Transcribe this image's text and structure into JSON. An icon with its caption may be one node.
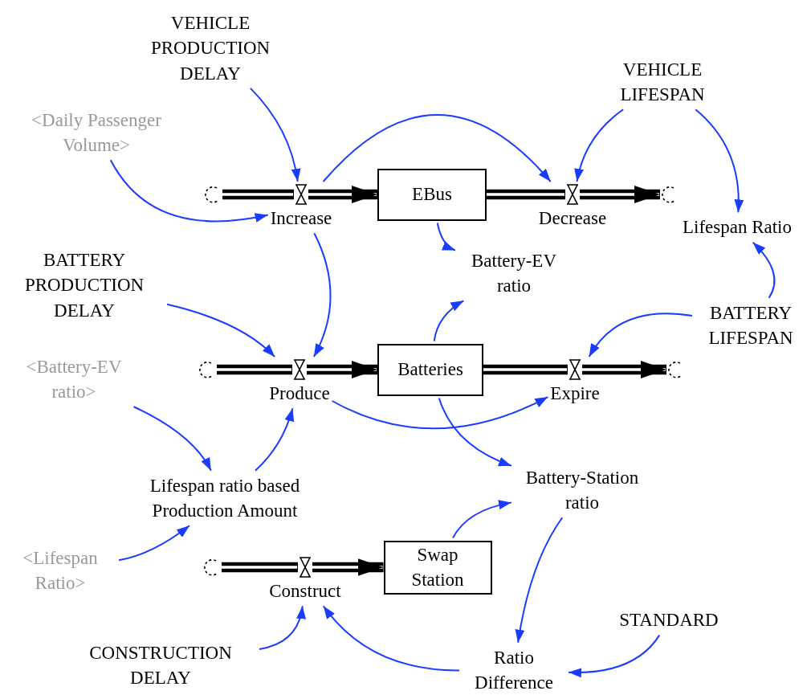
{
  "diagram": {
    "nodes": [
      {
        "text": [
          "VEHICLE PRODUCTION DELAY"
        ]
      },
      {
        "text": [
          "<Daily Passenger Volume>"
        ]
      },
      {
        "text": [],
        "shape": "cloud"
      },
      {
        "text": [],
        "shape": "valve",
        "beside": [
          "Increase"
        ]
      },
      {
        "text": [
          "EBus"
        ]
      },
      {
        "text": [],
        "shape": "valve",
        "beside": [
          "Decrease"
        ]
      },
      {
        "text": [],
        "shape": "cloud"
      },
      {
        "text": [
          "VEHICLE LIFESPAN"
        ]
      },
      {
        "text": [
          "Lifespan Ratio"
        ]
      },
      {
        "text": [
          "Battery-EV ratio"
        ]
      },
      {
        "text": [
          "BATTERY PRODUCTION DELAY"
        ]
      },
      {
        "text": [
          "BATTERY LIFESPAN"
        ]
      },
      {
        "text": [],
        "shape": "cloud"
      },
      {
        "text": [],
        "shape": "valve",
        "beside": [
          "Produce"
        ]
      },
      {
        "text": [
          "Batteries"
        ]
      },
      {
        "text": [],
        "shape": "valve",
        "beside": [
          "Expire"
        ]
      },
      {
        "text": [],
        "shape": "cloud"
      },
      {
        "text": [
          "<Battery-EV ratio>"
        ]
      },
      {
        "text": [
          "Lifespan ratio based Production Amount"
        ]
      },
      {
        "text": [
          "Battery-Station ratio"
        ]
      },
      {
        "text": [
          "<Lifespan Ratio>"
        ]
      },
      {
        "text": [],
        "shape": "cloud"
      },
      {
        "text": [],
        "shape": "valve",
        "beside": [
          "Construct"
        ]
      },
      {
        "text": [
          "Swap Station"
        ]
      },
      {
        "text": [
          "STANDARD"
        ]
      },
      {
        "text": [
          "CONSTRUCTION DELAY"
        ]
      },
      {
        "text": [
          "Ratio Difference"
        ]
      }
    ],
    "edges": [
      {
        "from": 2,
        "to": 3,
        "arrow": "none",
        "style": "thick",
        "color": "#000000"
      },
      {
        "from": 3,
        "to": 4,
        "arrow": "to",
        "style": "thick",
        "color": "#000000"
      },
      {
        "from": 4,
        "to": 5,
        "arrow": "none",
        "style": "thick",
        "color": "#000000"
      },
      {
        "from": 5,
        "to": 6,
        "arrow": "to",
        "style": "thick",
        "color": "#000000"
      },
      {
        "from": 12,
        "to": 13,
        "arrow": "none",
        "style": "thick",
        "color": "#000000"
      },
      {
        "from": 13,
        "to": 14,
        "arrow": "to",
        "style": "thick",
        "color": "#000000"
      },
      {
        "from": 14,
        "to": 15,
        "arrow": "none",
        "style": "thick",
        "color": "#000000"
      },
      {
        "from": 15,
        "to": 16,
        "arrow": "to",
        "style": "thick",
        "color": "#000000"
      },
      {
        "from": 21,
        "to": 22,
        "arrow": "none",
        "style": "thick",
        "color": "#000000"
      },
      {
        "from": 22,
        "to": 23,
        "arrow": "to",
        "style": "thick",
        "color": "#000000"
      },
      {
        "from": 0,
        "to": 3,
        "arrow": "to"
      },
      {
        "from": 1,
        "to": 3,
        "arrow": "to"
      },
      {
        "from": 3,
        "to": 5,
        "arrow": "to"
      },
      {
        "from": 7,
        "to": 5,
        "arrow": "to"
      },
      {
        "from": 7,
        "to": 8,
        "arrow": "to"
      },
      {
        "from": 4,
        "to": 9,
        "arrow": "to"
      },
      {
        "from": 11,
        "to": 8,
        "arrow": "to"
      },
      {
        "from": 11,
        "to": 15,
        "arrow": "to"
      },
      {
        "from": 3,
        "to": 13,
        "arrow": "to"
      },
      {
        "from": 10,
        "to": 13,
        "arrow": "to"
      },
      {
        "from": 14,
        "to": 9,
        "arrow": "to"
      },
      {
        "from": 13,
        "to": 15,
        "arrow": "to"
      },
      {
        "from": 14,
        "to": 19,
        "arrow": "to"
      },
      {
        "from": 17,
        "to": 18,
        "arrow": "to"
      },
      {
        "from": 18,
        "to": 13,
        "arrow": "to"
      },
      {
        "from": 20,
        "to": 18,
        "arrow": "to"
      },
      {
        "from": 23,
        "to": 19,
        "arrow": "to"
      },
      {
        "from": 19,
        "to": 26,
        "arrow": "to"
      },
      {
        "from": 24,
        "to": 26,
        "arrow": "to"
      },
      {
        "from": 26,
        "to": 22,
        "arrow": "to"
      },
      {
        "from": 25,
        "to": 22,
        "arrow": "to"
      }
    ]
  }
}
